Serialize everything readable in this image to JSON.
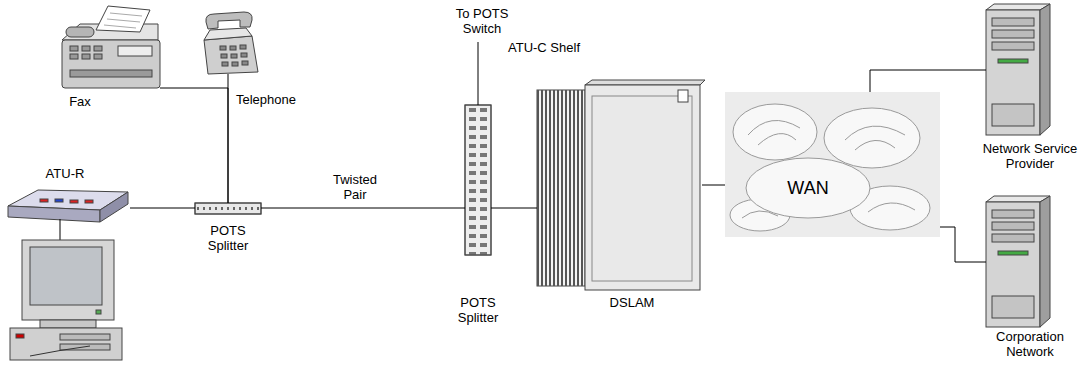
{
  "diagram": {
    "nodes": [
      {
        "text": [
          "Fax"
        ]
      },
      {
        "text": [
          "Telephone"
        ]
      },
      {
        "text": [
          "ATU-R"
        ]
      },
      {
        "text": [
          "POTS Splitter"
        ]
      },
      {
        "text": [
          "POTS Splitter"
        ]
      },
      {
        "text": [
          "DSLAM"
        ]
      },
      {
        "text": [
          "WAN"
        ]
      },
      {
        "text": [
          "Network Service Provider"
        ]
      },
      {
        "text": [
          "Corporation Network"
        ]
      }
    ],
    "edges": [
      {
        "from": 0,
        "to": 3,
        "arrow": "none"
      },
      {
        "from": 1,
        "to": 3,
        "arrow": "none"
      },
      {
        "from": 2,
        "to": 3,
        "arrow": "none"
      },
      {
        "from": 3,
        "to": 4,
        "label": "Twisted Pair",
        "arrow": "none"
      },
      {
        "from": 4,
        "to": 5,
        "arrow": "none"
      },
      {
        "from": 5,
        "to": 6,
        "arrow": "none"
      },
      {
        "from": 6,
        "to": 7,
        "arrow": "none"
      },
      {
        "from": 6,
        "to": 8,
        "arrow": "none"
      }
    ],
    "labels": [
      "To POTS Switch",
      "ATU-C Shelf"
    ]
  }
}
